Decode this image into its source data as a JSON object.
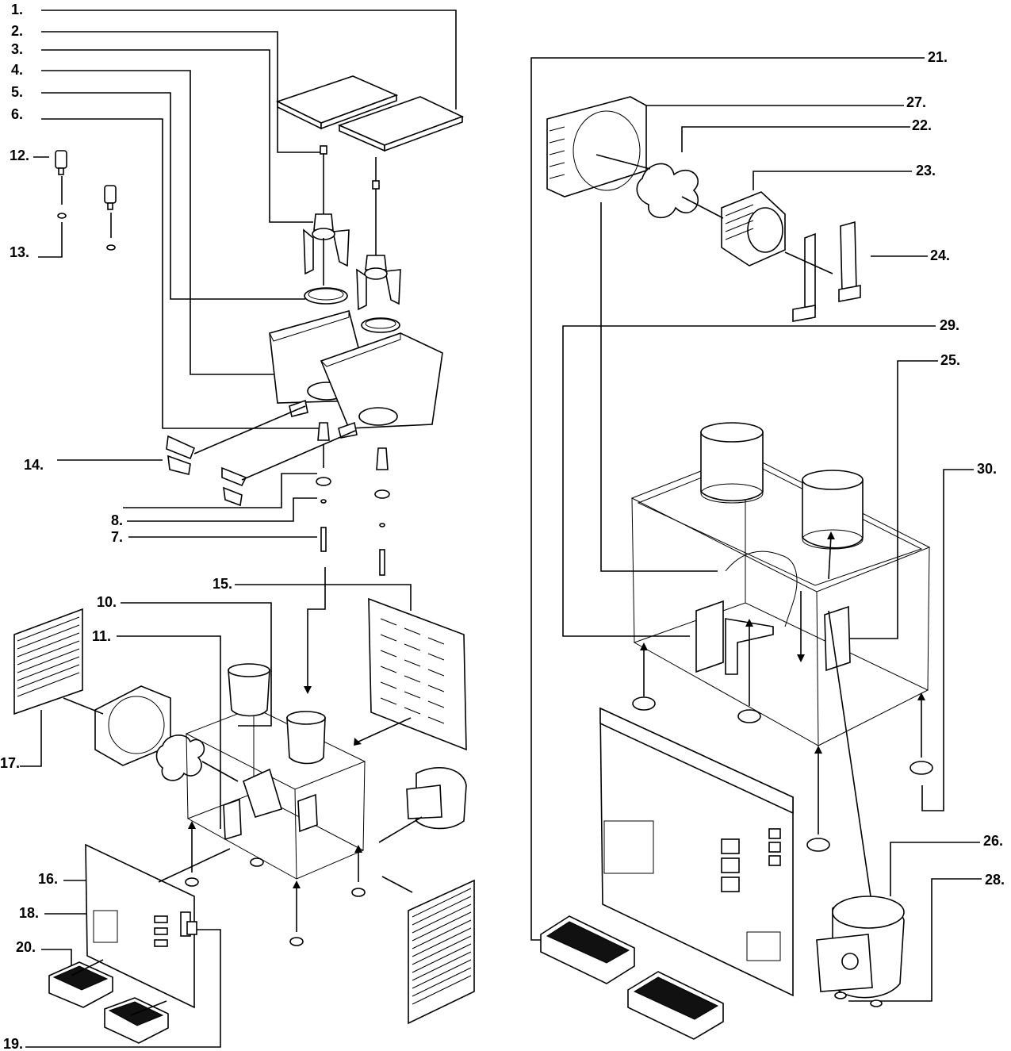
{
  "diagram": {
    "left_labels": [
      "1.",
      "2.",
      "3.",
      "4.",
      "5.",
      "6.",
      "12.",
      "13.",
      "14.",
      "8.",
      "7.",
      "15.",
      "10.",
      "11.",
      "17.",
      "16.",
      "18.",
      "20.",
      "19."
    ],
    "right_labels": [
      "21.",
      "27.",
      "22.",
      "23.",
      "24.",
      "29.",
      "25.",
      "30.",
      "26.",
      "28."
    ]
  }
}
